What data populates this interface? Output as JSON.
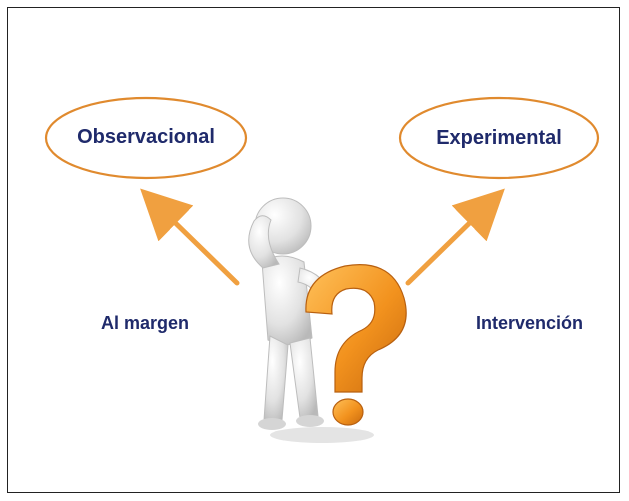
{
  "nodes": {
    "left_oval": {
      "label": "Observacional"
    },
    "right_oval": {
      "label": "Experimental"
    }
  },
  "edges": {
    "left_edge": {
      "label": "Al margen"
    },
    "right_edge": {
      "label": "Intervención"
    }
  },
  "colors": {
    "oval_stroke": "#e08a2e",
    "arrow": "#f0a040",
    "text": "#1f2a6b",
    "figure": "#e4e4e4",
    "question_mark": "#f09a2a"
  },
  "icons": {
    "center": "thinking-person-icon",
    "question": "question-mark-icon"
  }
}
